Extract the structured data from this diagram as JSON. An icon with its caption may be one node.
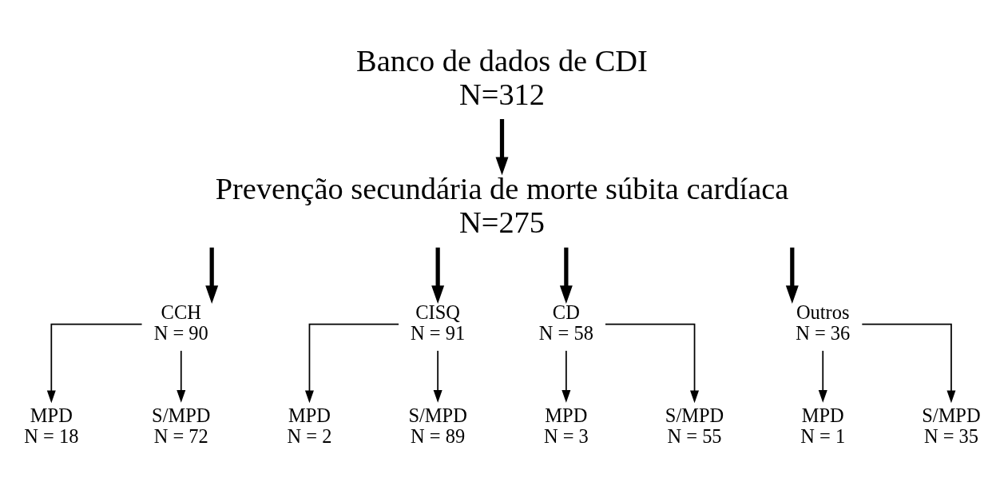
{
  "diagram": {
    "nodes": [
      {
        "text": [
          "Banco de dados de CDI",
          "N=312"
        ]
      },
      {
        "text": [
          "Prevenção secundária de morte súbita cardíaca",
          "N=275"
        ]
      },
      {
        "text": [
          "CCH",
          "N = 90"
        ]
      },
      {
        "text": [
          "CISQ",
          "N = 91"
        ]
      },
      {
        "text": [
          "CD",
          "N = 58"
        ]
      },
      {
        "text": [
          "Outros",
          "N = 36"
        ]
      },
      {
        "text": [
          "MPD",
          "N = 18"
        ]
      },
      {
        "text": [
          "S/MPD",
          "N = 72"
        ]
      },
      {
        "text": [
          "MPD",
          "N = 2"
        ]
      },
      {
        "text": [
          "S/MPD",
          "N = 89"
        ]
      },
      {
        "text": [
          "MPD",
          "N = 3"
        ]
      },
      {
        "text": [
          "S/MPD",
          "N = 55"
        ]
      },
      {
        "text": [
          "MPD",
          "N = 1"
        ]
      },
      {
        "text": [
          "S/MPD",
          "N = 35"
        ]
      }
    ],
    "edges": [
      {
        "from": 0,
        "to": 1,
        "arrow": "to",
        "style": "thick"
      },
      {
        "from": 1,
        "to": 2,
        "arrow": "to",
        "style": "thick"
      },
      {
        "from": 1,
        "to": 3,
        "arrow": "to",
        "style": "thick"
      },
      {
        "from": 1,
        "to": 4,
        "arrow": "to",
        "style": "thick"
      },
      {
        "from": 1,
        "to": 5,
        "arrow": "to",
        "style": "thick"
      },
      {
        "from": 2,
        "to": 6,
        "arrow": "to"
      },
      {
        "from": 2,
        "to": 7,
        "arrow": "to"
      },
      {
        "from": 3,
        "to": 8,
        "arrow": "to"
      },
      {
        "from": 3,
        "to": 9,
        "arrow": "to"
      },
      {
        "from": 4,
        "to": 10,
        "arrow": "to"
      },
      {
        "from": 4,
        "to": 11,
        "arrow": "to"
      },
      {
        "from": 5,
        "to": 12,
        "arrow": "to"
      },
      {
        "from": 5,
        "to": 13,
        "arrow": "to"
      }
    ]
  }
}
